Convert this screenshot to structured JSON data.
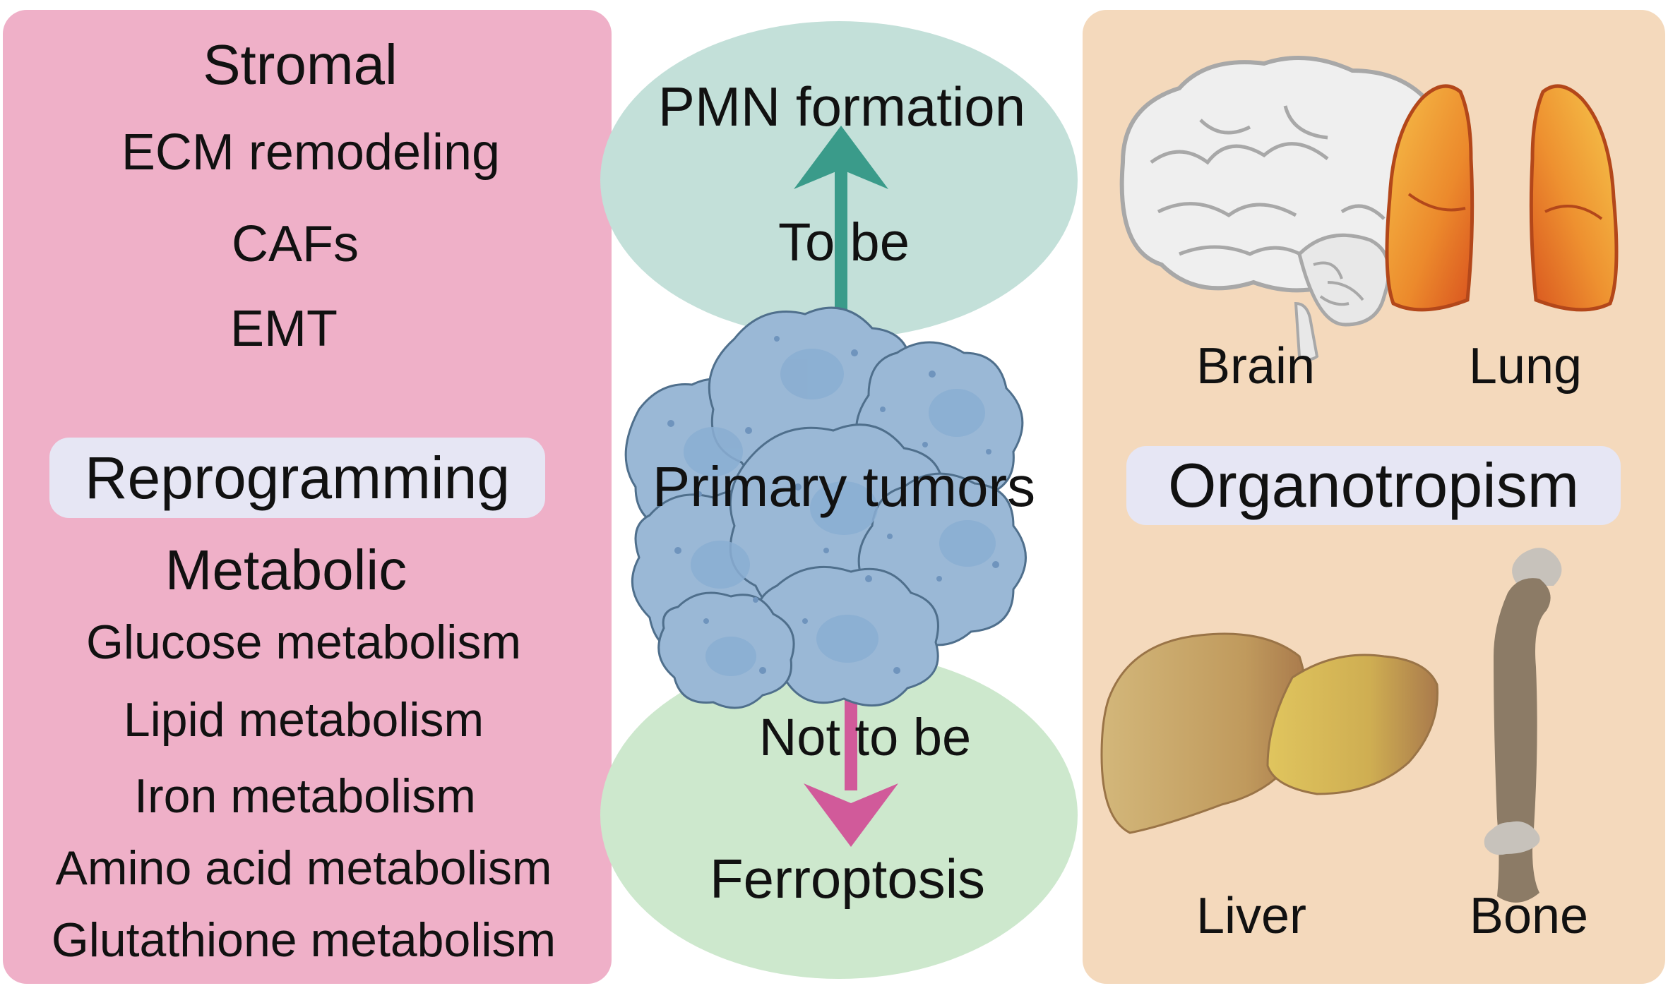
{
  "stromal": {
    "heading": "Stromal",
    "items": [
      "ECM remodeling",
      "CAFs",
      "EMT"
    ]
  },
  "reprogramming": {
    "label": "Reprogramming"
  },
  "metabolic": {
    "heading": "Metabolic",
    "items": [
      "Glucose metabolism",
      "Lipid metabolism",
      "Iron metabolism",
      "Amino acid metabolism",
      "Glutathione metabolism"
    ]
  },
  "center": {
    "top_label": "PMN formation",
    "up_arrow_label": "To be",
    "middle_label": "Primary tumors",
    "down_arrow_label": "Not to be",
    "bottom_label": "Ferroptosis"
  },
  "organs": {
    "brain": "Brain",
    "lung": "Lung",
    "liver": "Liver",
    "bone": "Bone"
  },
  "organotropism": {
    "label": "Organotropism"
  },
  "colors": {
    "left_panel": "#efb0c8",
    "right_panel": "#f4d9bc",
    "top_ellipse": "#c3e0d9",
    "bottom_ellipse": "#cde8cd",
    "up_arrow": "#3a9b8a",
    "down_arrow": "#d15a9a",
    "tumor_cells": "#9ab8d6",
    "pill": "#e6e6f4"
  }
}
